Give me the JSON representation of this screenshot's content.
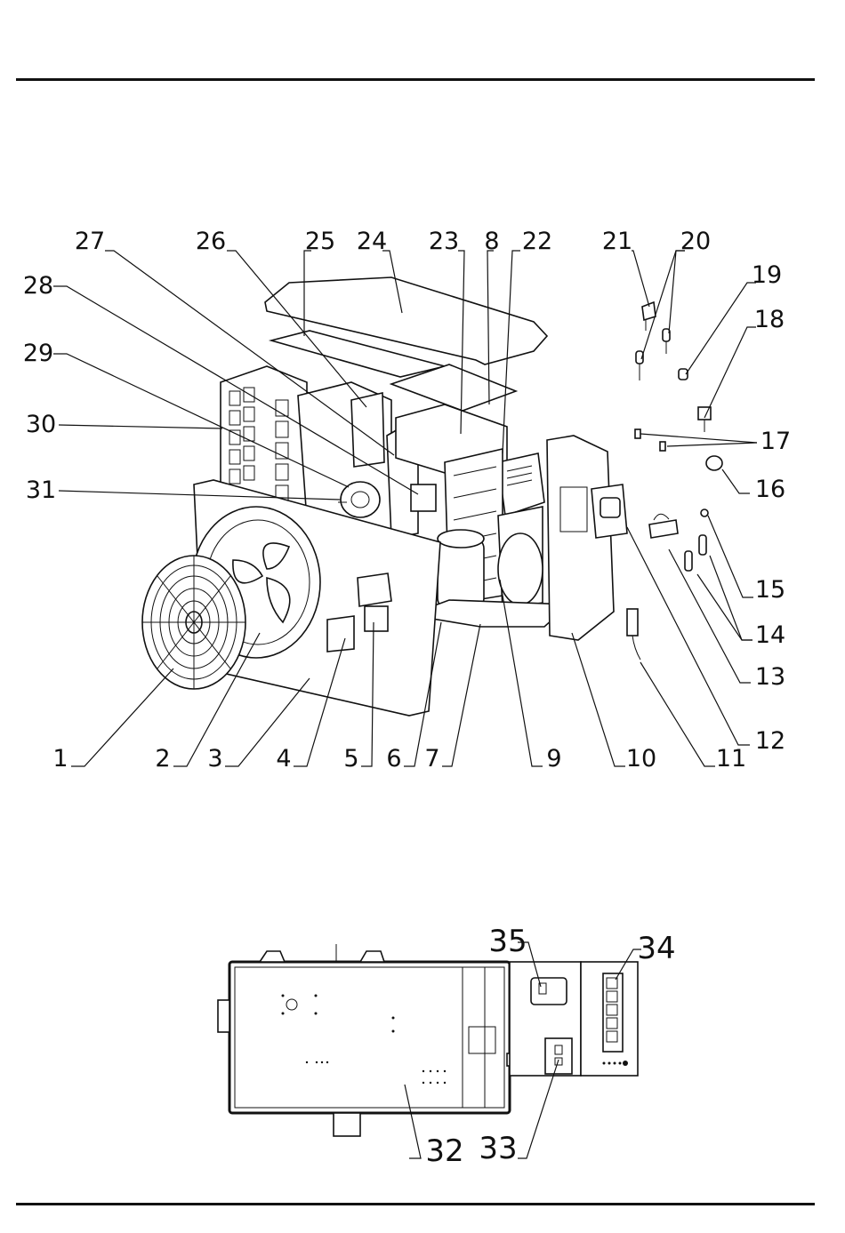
{
  "exploded_view": {
    "callouts": [
      "1",
      "2",
      "3",
      "4",
      "5",
      "6",
      "7",
      "8",
      "9",
      "10",
      "11",
      "12",
      "13",
      "14",
      "15",
      "16",
      "17",
      "18",
      "19",
      "20",
      "21",
      "22",
      "23",
      "24",
      "25",
      "26",
      "27",
      "28",
      "29",
      "30",
      "31"
    ]
  },
  "control_panel_view": {
    "callouts": [
      "32",
      "33",
      "34",
      "35"
    ]
  }
}
